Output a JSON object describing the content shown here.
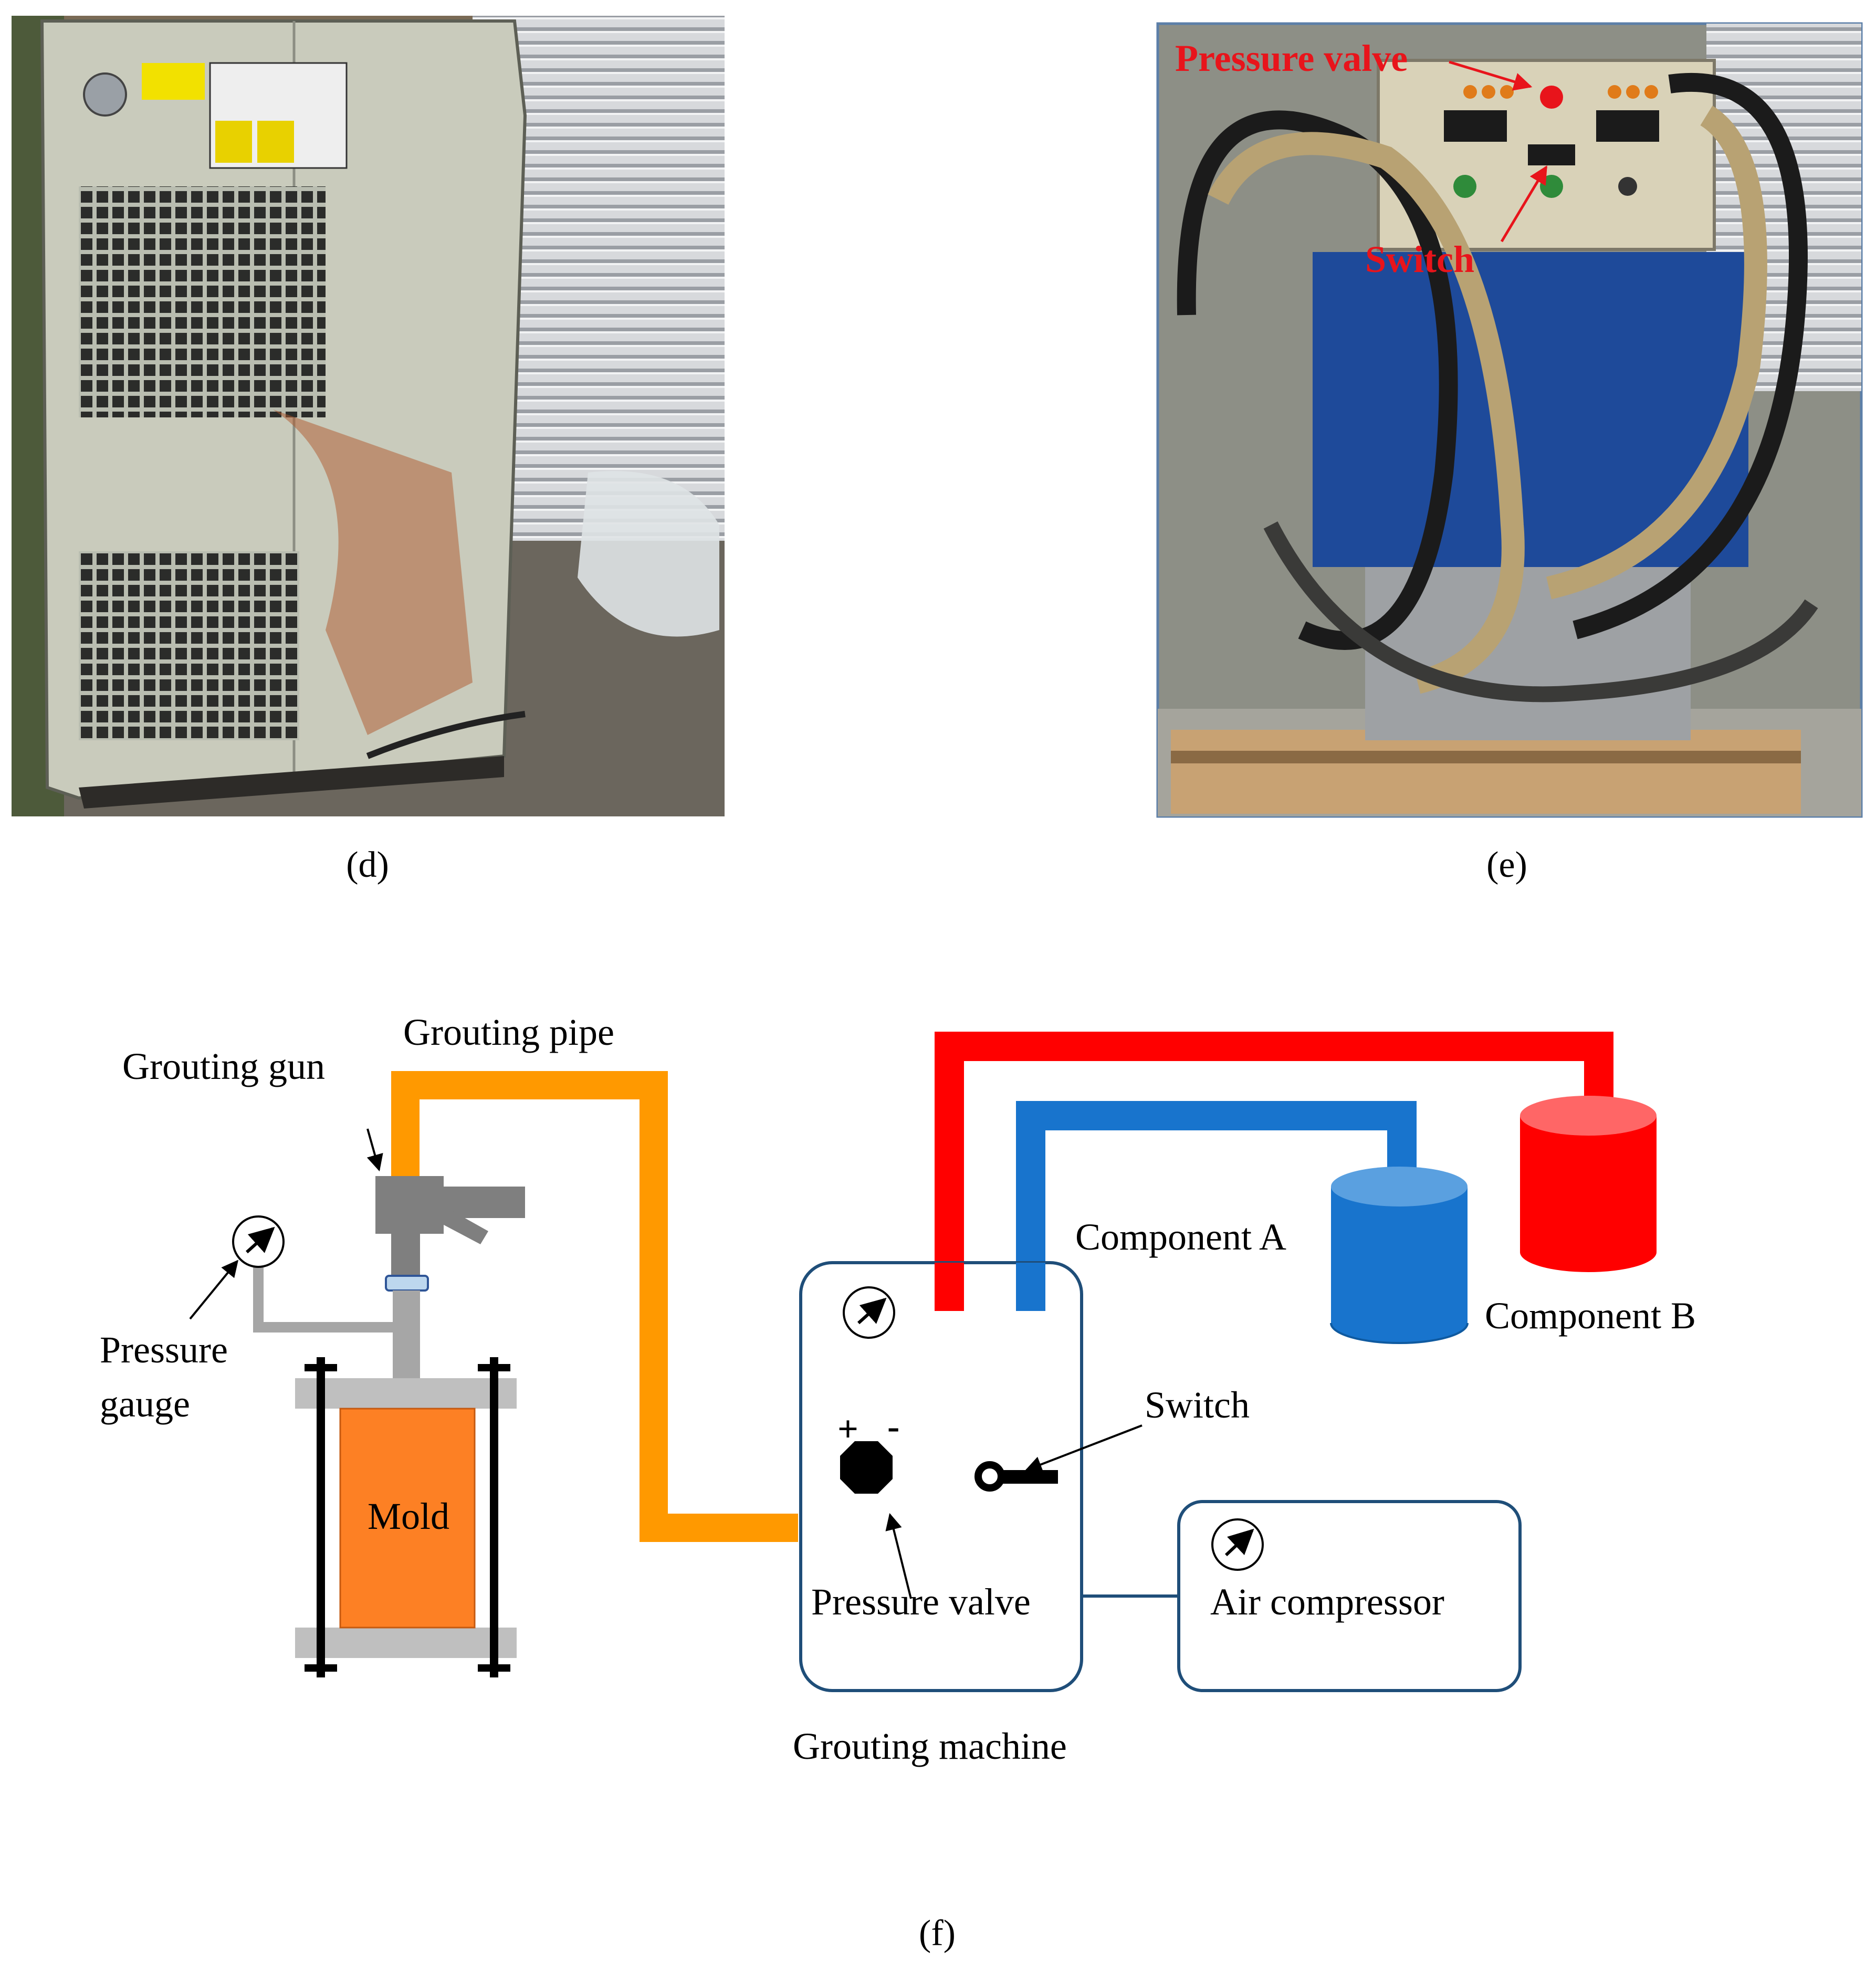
{
  "panels": {
    "d": {
      "caption": "(d)"
    },
    "e": {
      "caption": "(e)"
    },
    "f": {
      "caption": "(f)"
    }
  },
  "photo_e_labels": {
    "pressure_valve": "Pressure valve",
    "switch": "Switch"
  },
  "diagram": {
    "grouting_pipe": "Grouting pipe",
    "grouting_gun": "Grouting gun",
    "pressure_gauge_line1": "Pressure",
    "pressure_gauge_line2": "gauge",
    "mold": "Mold",
    "component_a": "Component A",
    "component_b": "Component B",
    "switch": "Switch",
    "pressure_valve": "Pressure valve",
    "air_compressor": "Air compressor",
    "grouting_machine": "Grouting machine",
    "valve_plus": "+",
    "valve_minus": "-"
  },
  "colors": {
    "orange_pipe": "#ff9900",
    "red_pipe": "#ff0000",
    "blue_pipe": "#1874cd",
    "mold_fill": "#fd8024",
    "gun_gray": "#7f7f7f",
    "frame_gray": "#bfbfbf",
    "box_stroke": "#1f4e79",
    "photo_label_red": "#e8141b"
  },
  "icons": {
    "photo_d": "dryer-cabinet-photo",
    "photo_e": "grouting-machine-photo",
    "gauge": "pressure-gauge-icon",
    "valve": "octagon-valve-icon",
    "switch": "key-switch-icon"
  }
}
